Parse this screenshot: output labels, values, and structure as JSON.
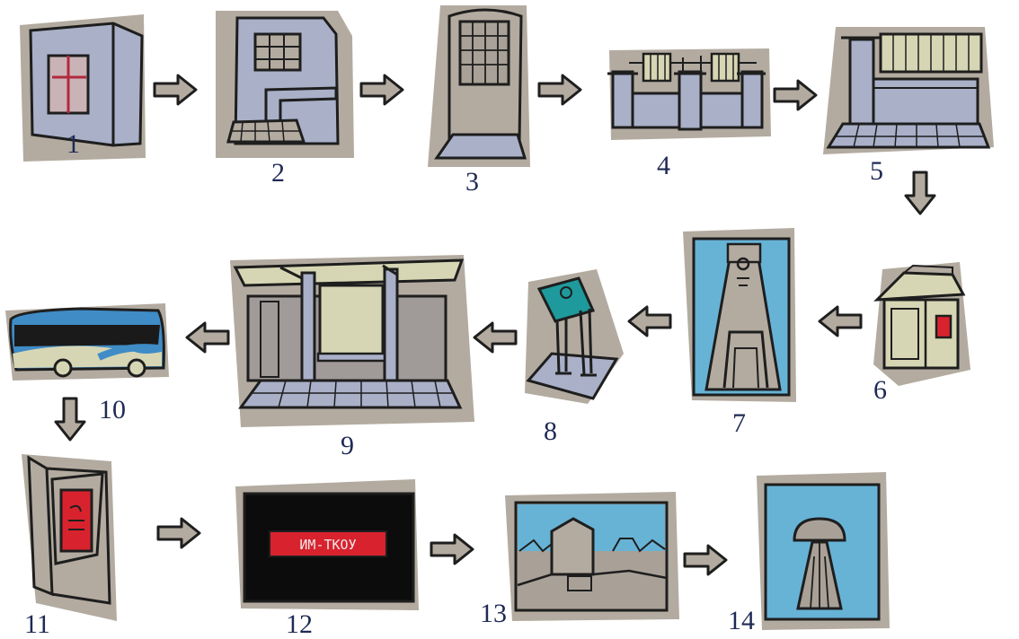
{
  "steps": [
    {
      "number": "1",
      "icon": "building-window-icon"
    },
    {
      "number": "2",
      "icon": "building-with-bench-icon"
    },
    {
      "number": "3",
      "icon": "door-icon"
    },
    {
      "number": "4",
      "icon": "wall-with-gates-icon"
    },
    {
      "number": "5",
      "icon": "bus-shelter-corner-icon"
    },
    {
      "number": "6",
      "icon": "kiosk-icon"
    },
    {
      "number": "7",
      "icon": "monument-icon"
    },
    {
      "number": "8",
      "icon": "bus-stop-sign-icon"
    },
    {
      "number": "9",
      "icon": "bus-shelter-icon"
    },
    {
      "number": "10",
      "icon": "bus-icon"
    },
    {
      "number": "11",
      "icon": "info-board-icon"
    },
    {
      "number": "12",
      "icon": "route-sign-icon"
    },
    {
      "number": "13",
      "icon": "cityscape-icon"
    },
    {
      "number": "14",
      "icon": "tower-icon"
    }
  ],
  "sign": {
    "text": "ИМ-ТКОУ"
  },
  "colors": {
    "paper": "#b3aba0",
    "ink": "#1e1e1e",
    "lavender": "#a9b0c8",
    "sky": "#67b3d6",
    "cream": "#d7d6b4",
    "teal": "#1e9a9c",
    "red": "#d8232f",
    "bus_blue": "#3f8cc6",
    "label": "#1f2a55"
  }
}
